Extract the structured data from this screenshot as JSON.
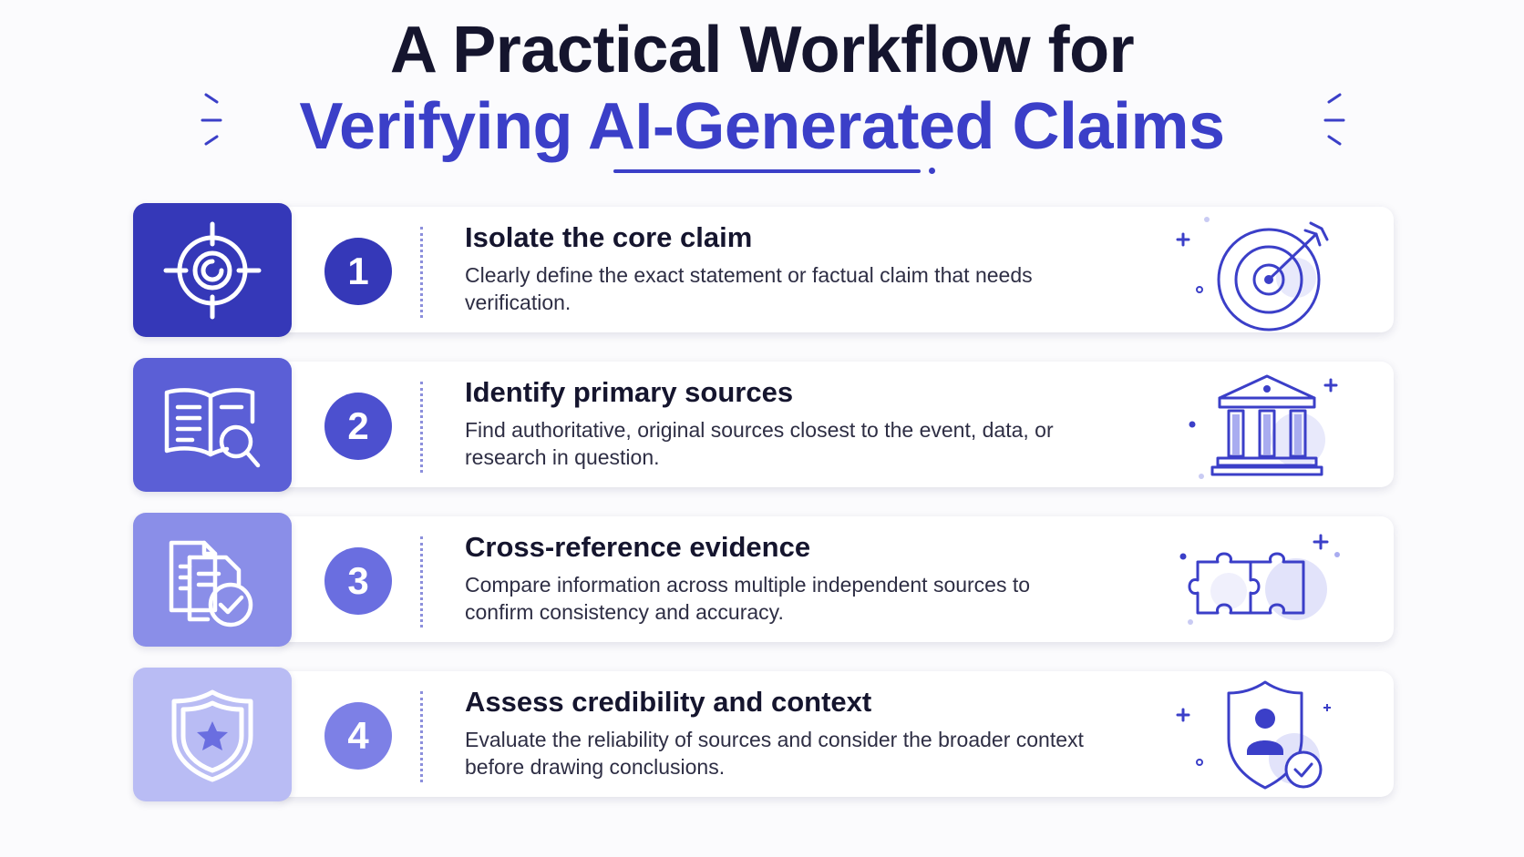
{
  "title": {
    "line1": "A Practical Workflow for",
    "line2": "Verifying AI-Generated Claims"
  },
  "colors": {
    "accent": "#3b3fc8",
    "dark_text": "#15152e",
    "step_tiles": [
      "#3538b8",
      "#5b5fd6",
      "#8a8ee8",
      "#b9bcf4"
    ],
    "step_numbers": [
      "#3538b8",
      "#4c50cf",
      "#6a6ee0",
      "#7d80e6"
    ]
  },
  "steps": [
    {
      "number": "1",
      "title": "Isolate the core claim",
      "desc": "Clearly define the exact statement or factual claim that needs verification.",
      "tile_icon": "crosshair-target-icon",
      "illustration": "bullseye-arrow-icon"
    },
    {
      "number": "2",
      "title": "Identify primary sources",
      "desc": "Find authoritative, original sources closest to the event, data, or research in question.",
      "tile_icon": "book-magnifier-icon",
      "illustration": "institution-building-icon"
    },
    {
      "number": "3",
      "title": "Cross-reference evidence",
      "desc": "Compare information across multiple independent sources to confirm consistency and accuracy.",
      "tile_icon": "documents-check-icon",
      "illustration": "puzzle-pieces-icon"
    },
    {
      "number": "4",
      "title": "Assess credibility and context",
      "desc": "Evaluate the reliability of sources and consider the broader context before drawing conclusions.",
      "tile_icon": "shield-star-icon",
      "illustration": "shield-user-check-icon"
    }
  ]
}
